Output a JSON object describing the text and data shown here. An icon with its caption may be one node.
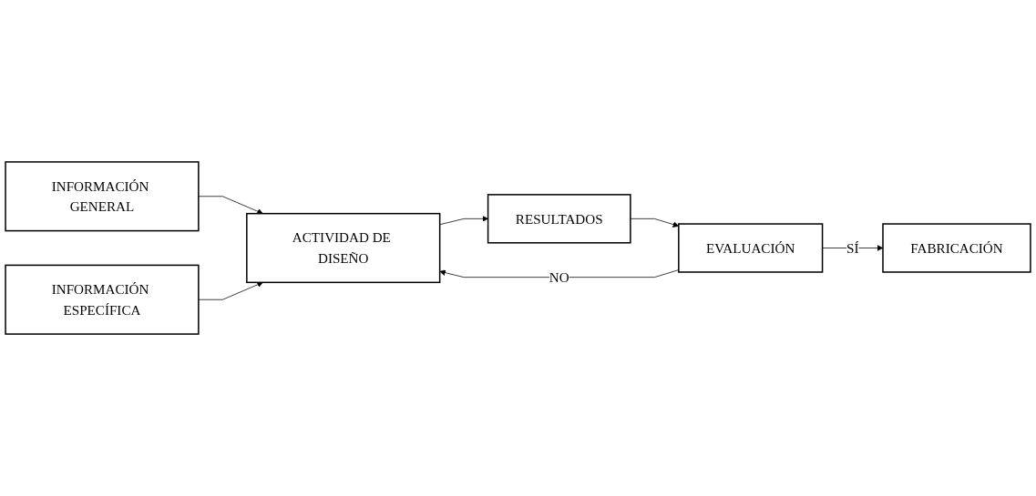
{
  "diagram": {
    "nodes": [
      {
        "text": [
          "INFORMACIÓN GENERAL"
        ]
      },
      {
        "text": [
          "INFORMACIÓN ESPECÍFICA"
        ]
      },
      {
        "text": [
          "ACTIVIDAD DE DISEÑO"
        ]
      },
      {
        "text": [
          "RESULTADOS"
        ]
      },
      {
        "text": [
          "EVALUACIÓN"
        ]
      },
      {
        "text": [
          "FABRICACIÓN"
        ]
      }
    ],
    "edges": [
      {
        "from": 0,
        "to": 2,
        "arrow": "to"
      },
      {
        "from": 1,
        "to": 2,
        "arrow": "to"
      },
      {
        "from": 2,
        "to": 3,
        "arrow": "to"
      },
      {
        "from": 3,
        "to": 4,
        "arrow": "to"
      },
      {
        "from": 4,
        "to": 2,
        "label": "NO",
        "arrow": "to"
      },
      {
        "from": 4,
        "to": 5,
        "label": "SÍ",
        "arrow": "to"
      }
    ]
  }
}
